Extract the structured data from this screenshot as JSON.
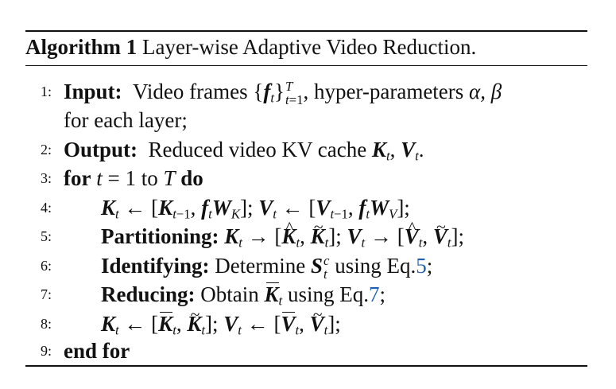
{
  "algorithm": {
    "label": "Algorithm 1",
    "title": "Layer-wise Adaptive Video Reduction.",
    "line_numbers": [
      "1:",
      "2:",
      "3:",
      "4:",
      "5:",
      "6:",
      "7:",
      "8:",
      "9:"
    ],
    "input_keyword": "Input:",
    "input_text": "Video frames",
    "input_params": "hyper-parameters",
    "input_cont": "for each layer;",
    "output_keyword": "Output:",
    "output_text": "Reduced video KV cache",
    "for_keyword": "for",
    "for_to": "to",
    "do_keyword": "do",
    "partition_keyword": "Partitioning:",
    "identify_keyword": "Identifying:",
    "identify_text": "Determine",
    "identify_using": "using Eq.",
    "identify_eq": "5",
    "reduce_keyword": "Reducing:",
    "reduce_text": "Obtain",
    "reduce_using": "using Eq.",
    "reduce_eq": "7",
    "end_keyword": "end for"
  }
}
